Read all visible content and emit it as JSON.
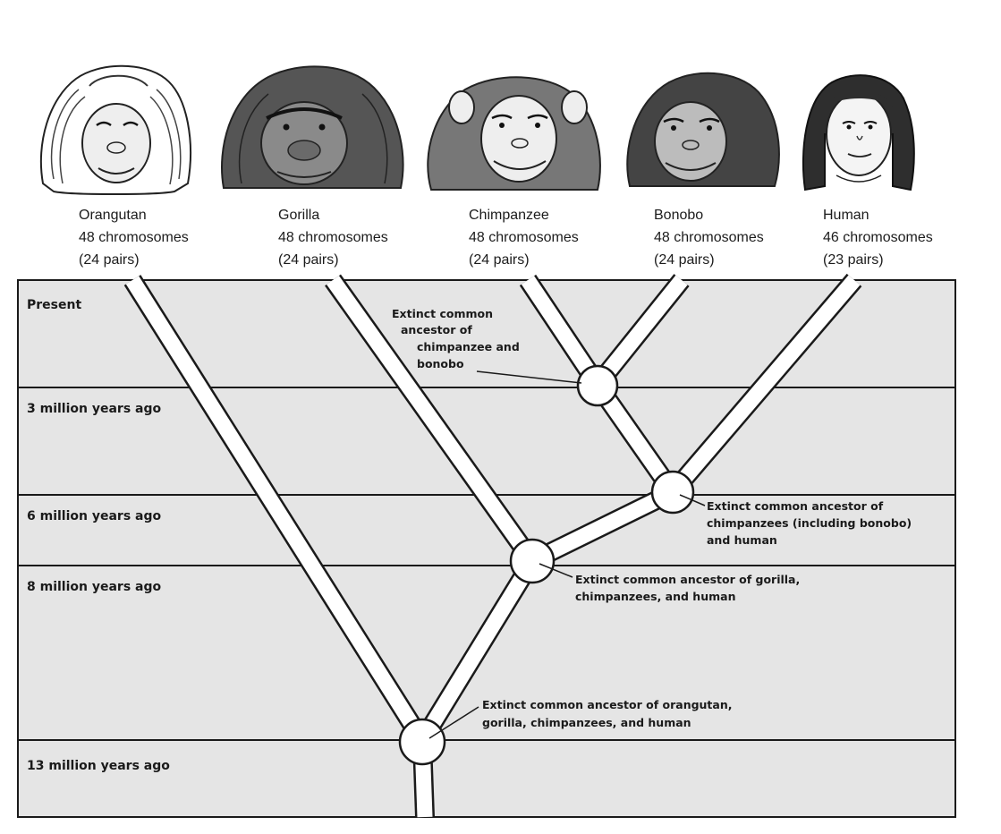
{
  "species": [
    {
      "key": "orangutan",
      "name": "Orangutan",
      "chromosomes": "48 chromosomes",
      "pairs": "(24 pairs)"
    },
    {
      "key": "gorilla",
      "name": "Gorilla",
      "chromosomes": "48 chromosomes",
      "pairs": "(24 pairs)"
    },
    {
      "key": "chimpanzee",
      "name": "Chimpanzee",
      "chromosomes": "48 chromosomes",
      "pairs": "(24 pairs)"
    },
    {
      "key": "bonobo",
      "name": "Bonobo",
      "chromosomes": "48 chromosomes",
      "pairs": "(24 pairs)"
    },
    {
      "key": "human",
      "name": "Human",
      "chromosomes": "46 chromosomes",
      "pairs": "(23 pairs)"
    }
  ],
  "timeline": [
    {
      "label": "Present"
    },
    {
      "label": "3 million years ago"
    },
    {
      "label": "6 million years ago"
    },
    {
      "label": "8 million years ago"
    },
    {
      "label": "13 million years ago"
    }
  ],
  "ancestors": {
    "chimp_bonobo": [
      "Extinct common",
      "ancestor of",
      "chimpanzee and",
      "bonobo"
    ],
    "chimps_human": [
      "Extinct common ancestor of",
      "chimpanzees (including bonobo)",
      "and human"
    ],
    "gorilla_chimps_human": [
      "Extinct common ancestor of gorilla,",
      "chimpanzees, and human"
    ],
    "orangutan_all": [
      "Extinct common ancestor of orangutan,",
      "gorilla, chimpanzees, and human"
    ]
  },
  "colors": {
    "band": "#e5e5e5",
    "line": "#1a1a1a",
    "branch_fill": "#ffffff",
    "hair_dark": "#3a3a3a",
    "skin": "#f2f2f2"
  }
}
